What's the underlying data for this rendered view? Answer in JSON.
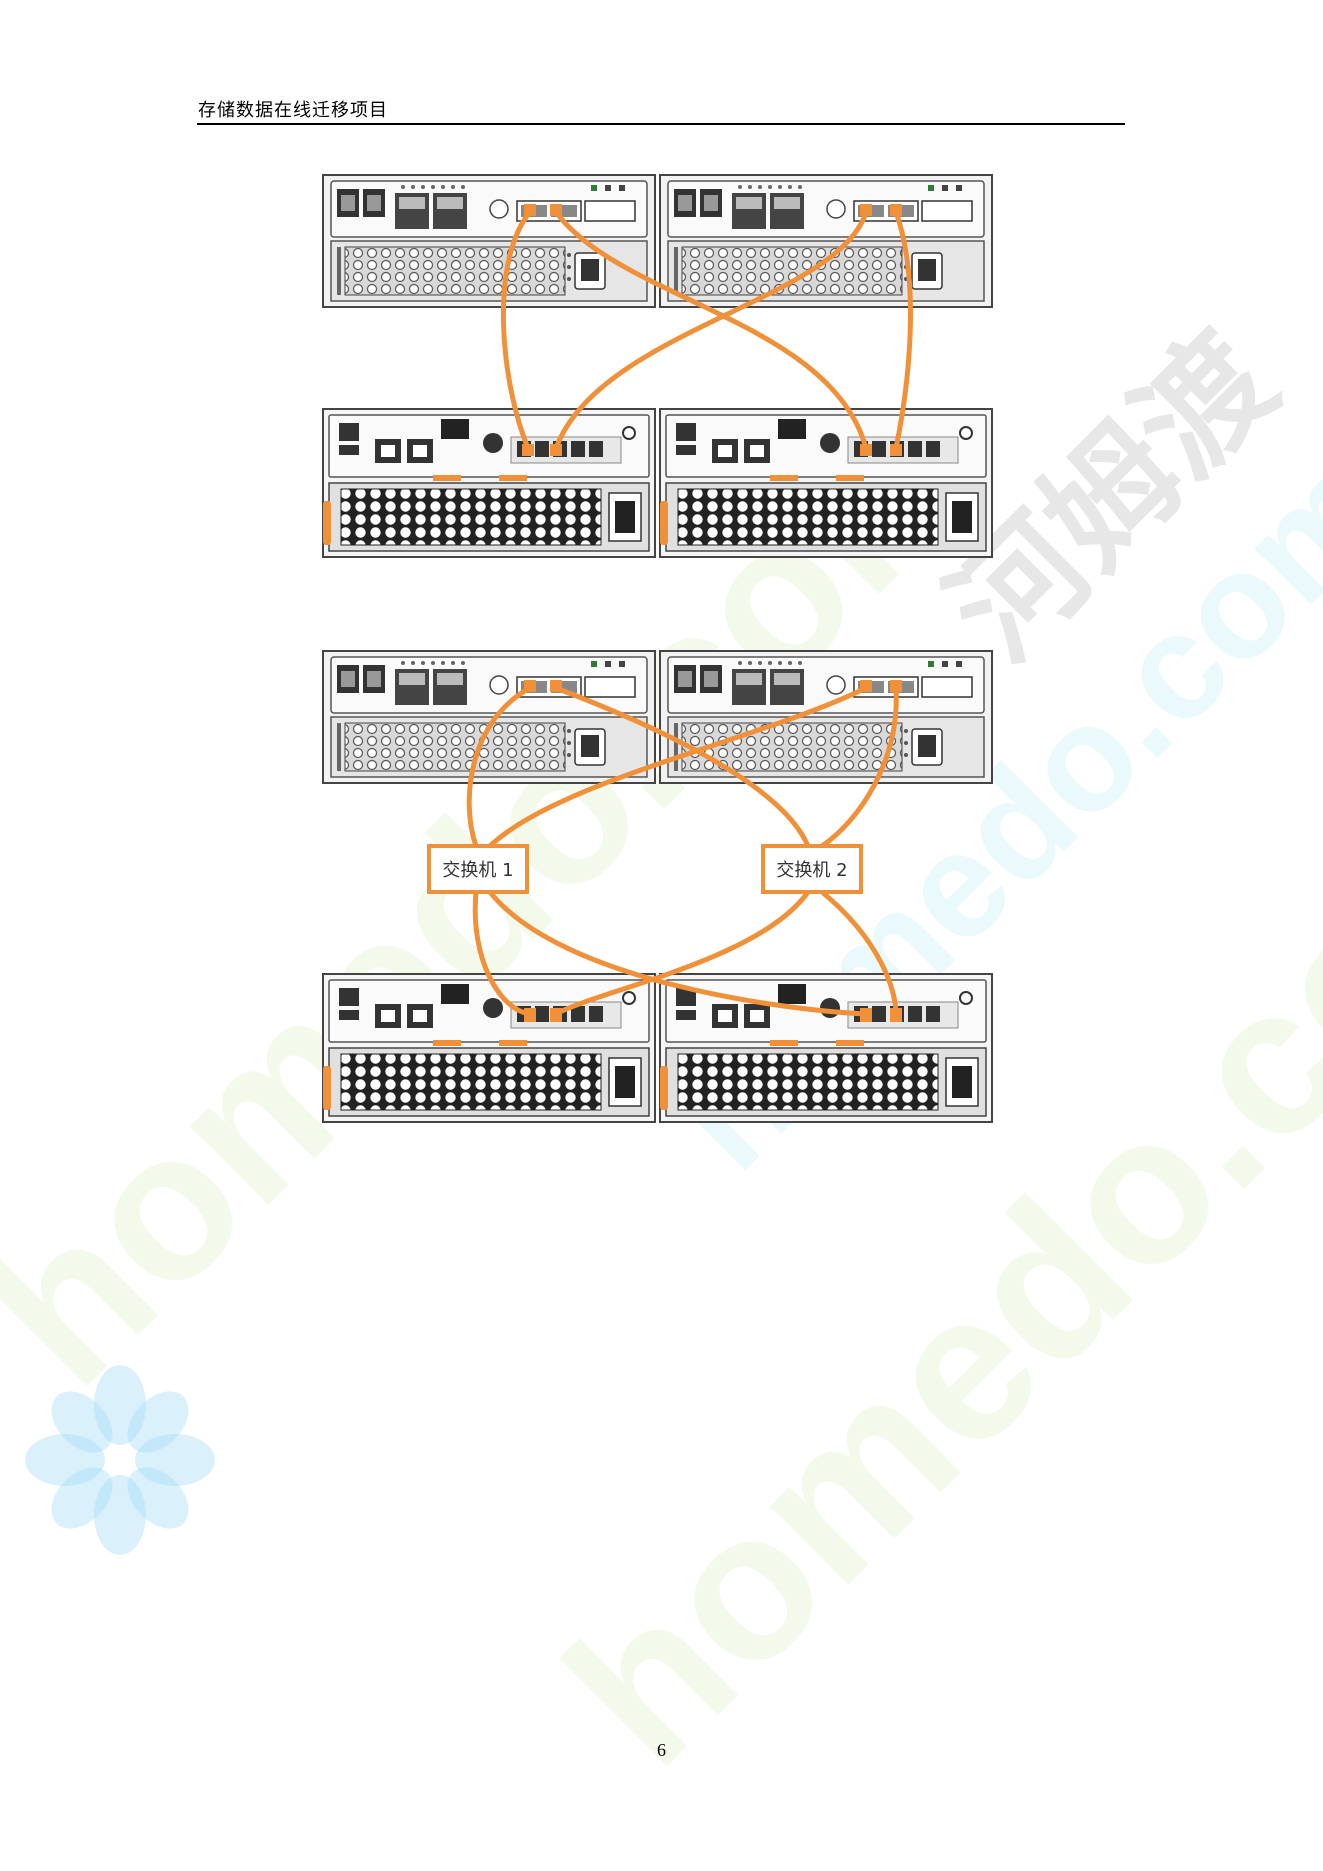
{
  "header": {
    "title": "存储数据在线迁移项目"
  },
  "diagram2": {
    "switch1_label": "交换机 1",
    "switch2_label": "交换机 2"
  },
  "footer": {
    "page_number": "6"
  },
  "watermark": {
    "latin": "homedo.com",
    "chinese": "河姆渡"
  },
  "colors": {
    "cable": "#f0913a",
    "frame": "#444444"
  }
}
